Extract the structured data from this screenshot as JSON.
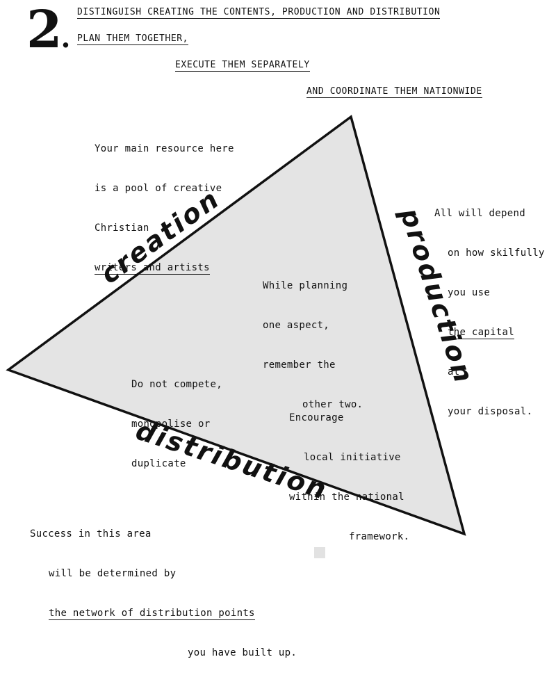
{
  "number": "2",
  "number_dot": ".",
  "heading": {
    "line1": "DISTINGUISH CREATING THE CONTENTS, PRODUCTION AND DISTRIBUTION",
    "line2": "PLAN THEM TOGETHER,",
    "line3": "EXECUTE THEM SEPARATELY",
    "line4": "AND COORDINATE THEM NATIONWIDE"
  },
  "edges": {
    "creation": "creation",
    "production": "production",
    "distribution": "distribution"
  },
  "notes": {
    "creation": [
      "Your main resource here",
      "is a pool of creative",
      "Christian",
      "writers and artists"
    ],
    "production": [
      "All will depend",
      "on how skilfully",
      "you use",
      "the capital",
      "at",
      "your disposal."
    ],
    "distribution": [
      "Success in this area",
      "will be determined by",
      "the network of distribution points",
      "you have built up."
    ],
    "center": [
      "While planning",
      "one aspect,",
      "remember the",
      "other two."
    ],
    "compete": [
      "Do not compete,",
      "monopolise or",
      "duplicate"
    ],
    "local": [
      "Encourage",
      "local initiative",
      "within the national",
      "framework."
    ]
  },
  "colors": {
    "triangle_fill": "#e4e4e4",
    "ink": "#111111"
  }
}
